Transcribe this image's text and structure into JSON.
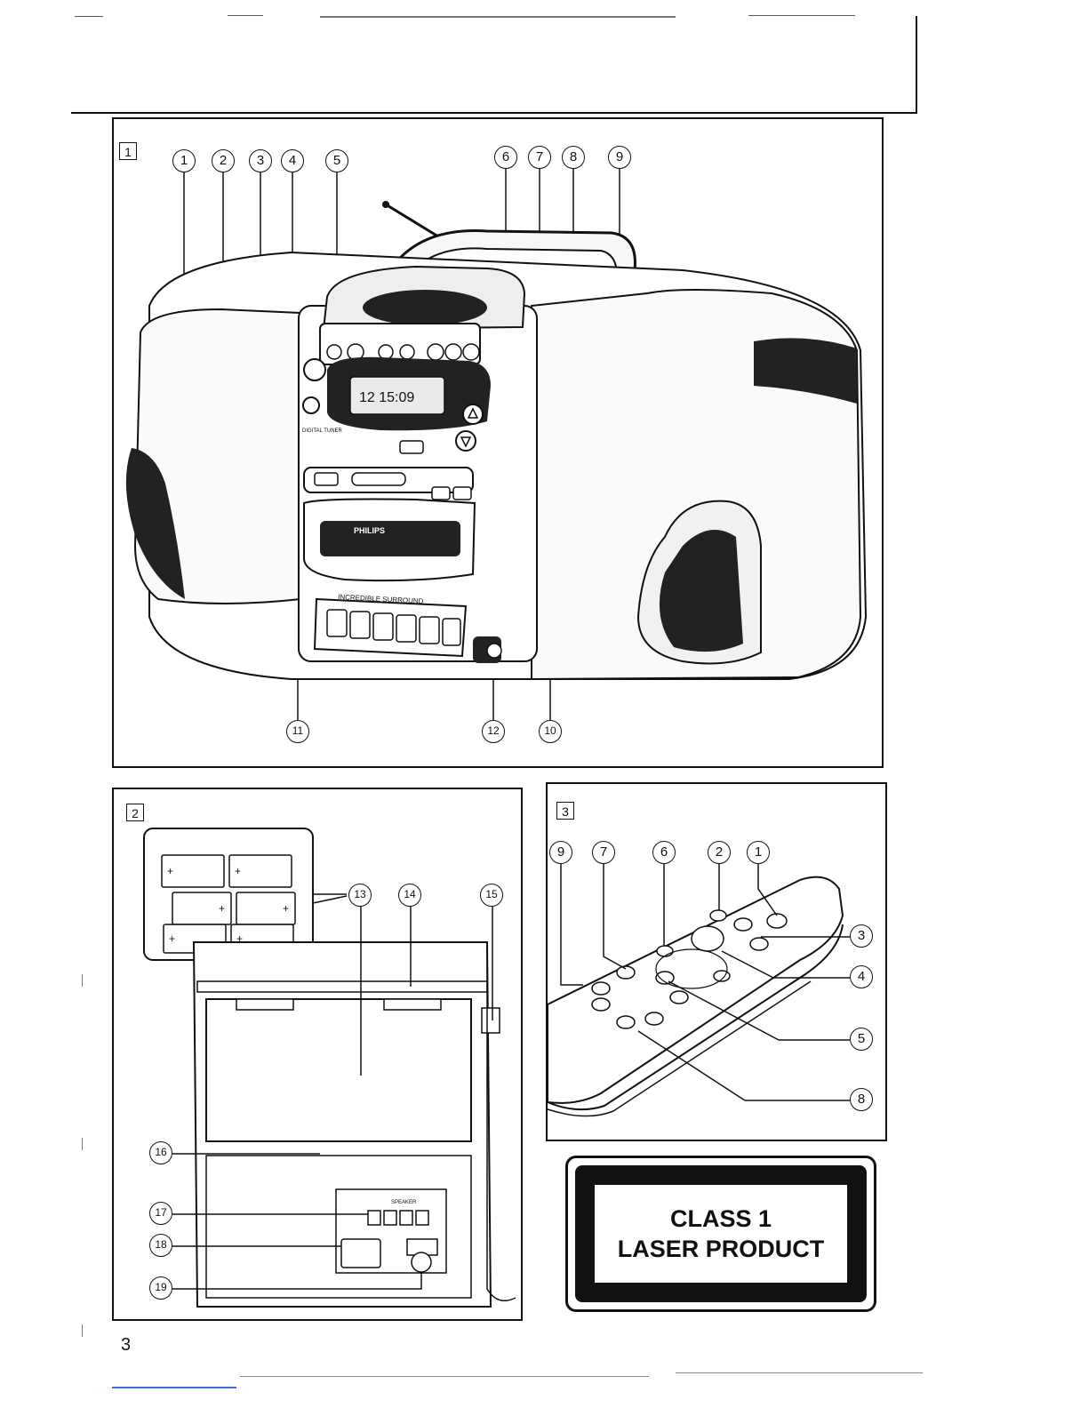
{
  "figures": {
    "fig1": {
      "number": "1",
      "callouts_top": [
        "1",
        "2",
        "3",
        "4",
        "5",
        "6",
        "7",
        "8",
        "9"
      ],
      "callouts_bottom": [
        "11",
        "12",
        "10"
      ],
      "device_label": "PHILIPS",
      "display_text": "12 15:09",
      "panel_label": "INCREDIBLE SURROUND",
      "digital_tuner_label": "DIGITAL TUNER"
    },
    "fig2": {
      "number": "2",
      "battery_title": "6 x D-cells - R20 - UM1",
      "callouts_top": [
        "13",
        "14",
        "15"
      ],
      "callouts_left": [
        "16",
        "17",
        "18",
        "19"
      ],
      "speaker_label": "SPEAKER"
    },
    "fig3": {
      "number": "3",
      "callouts_top": [
        "9",
        "7",
        "6",
        "2",
        "1"
      ],
      "callouts_right": [
        "3",
        "4",
        "5",
        "8"
      ]
    }
  },
  "laser_label": {
    "line1": "CLASS 1",
    "line2": "LASER PRODUCT"
  },
  "page_number": "3"
}
